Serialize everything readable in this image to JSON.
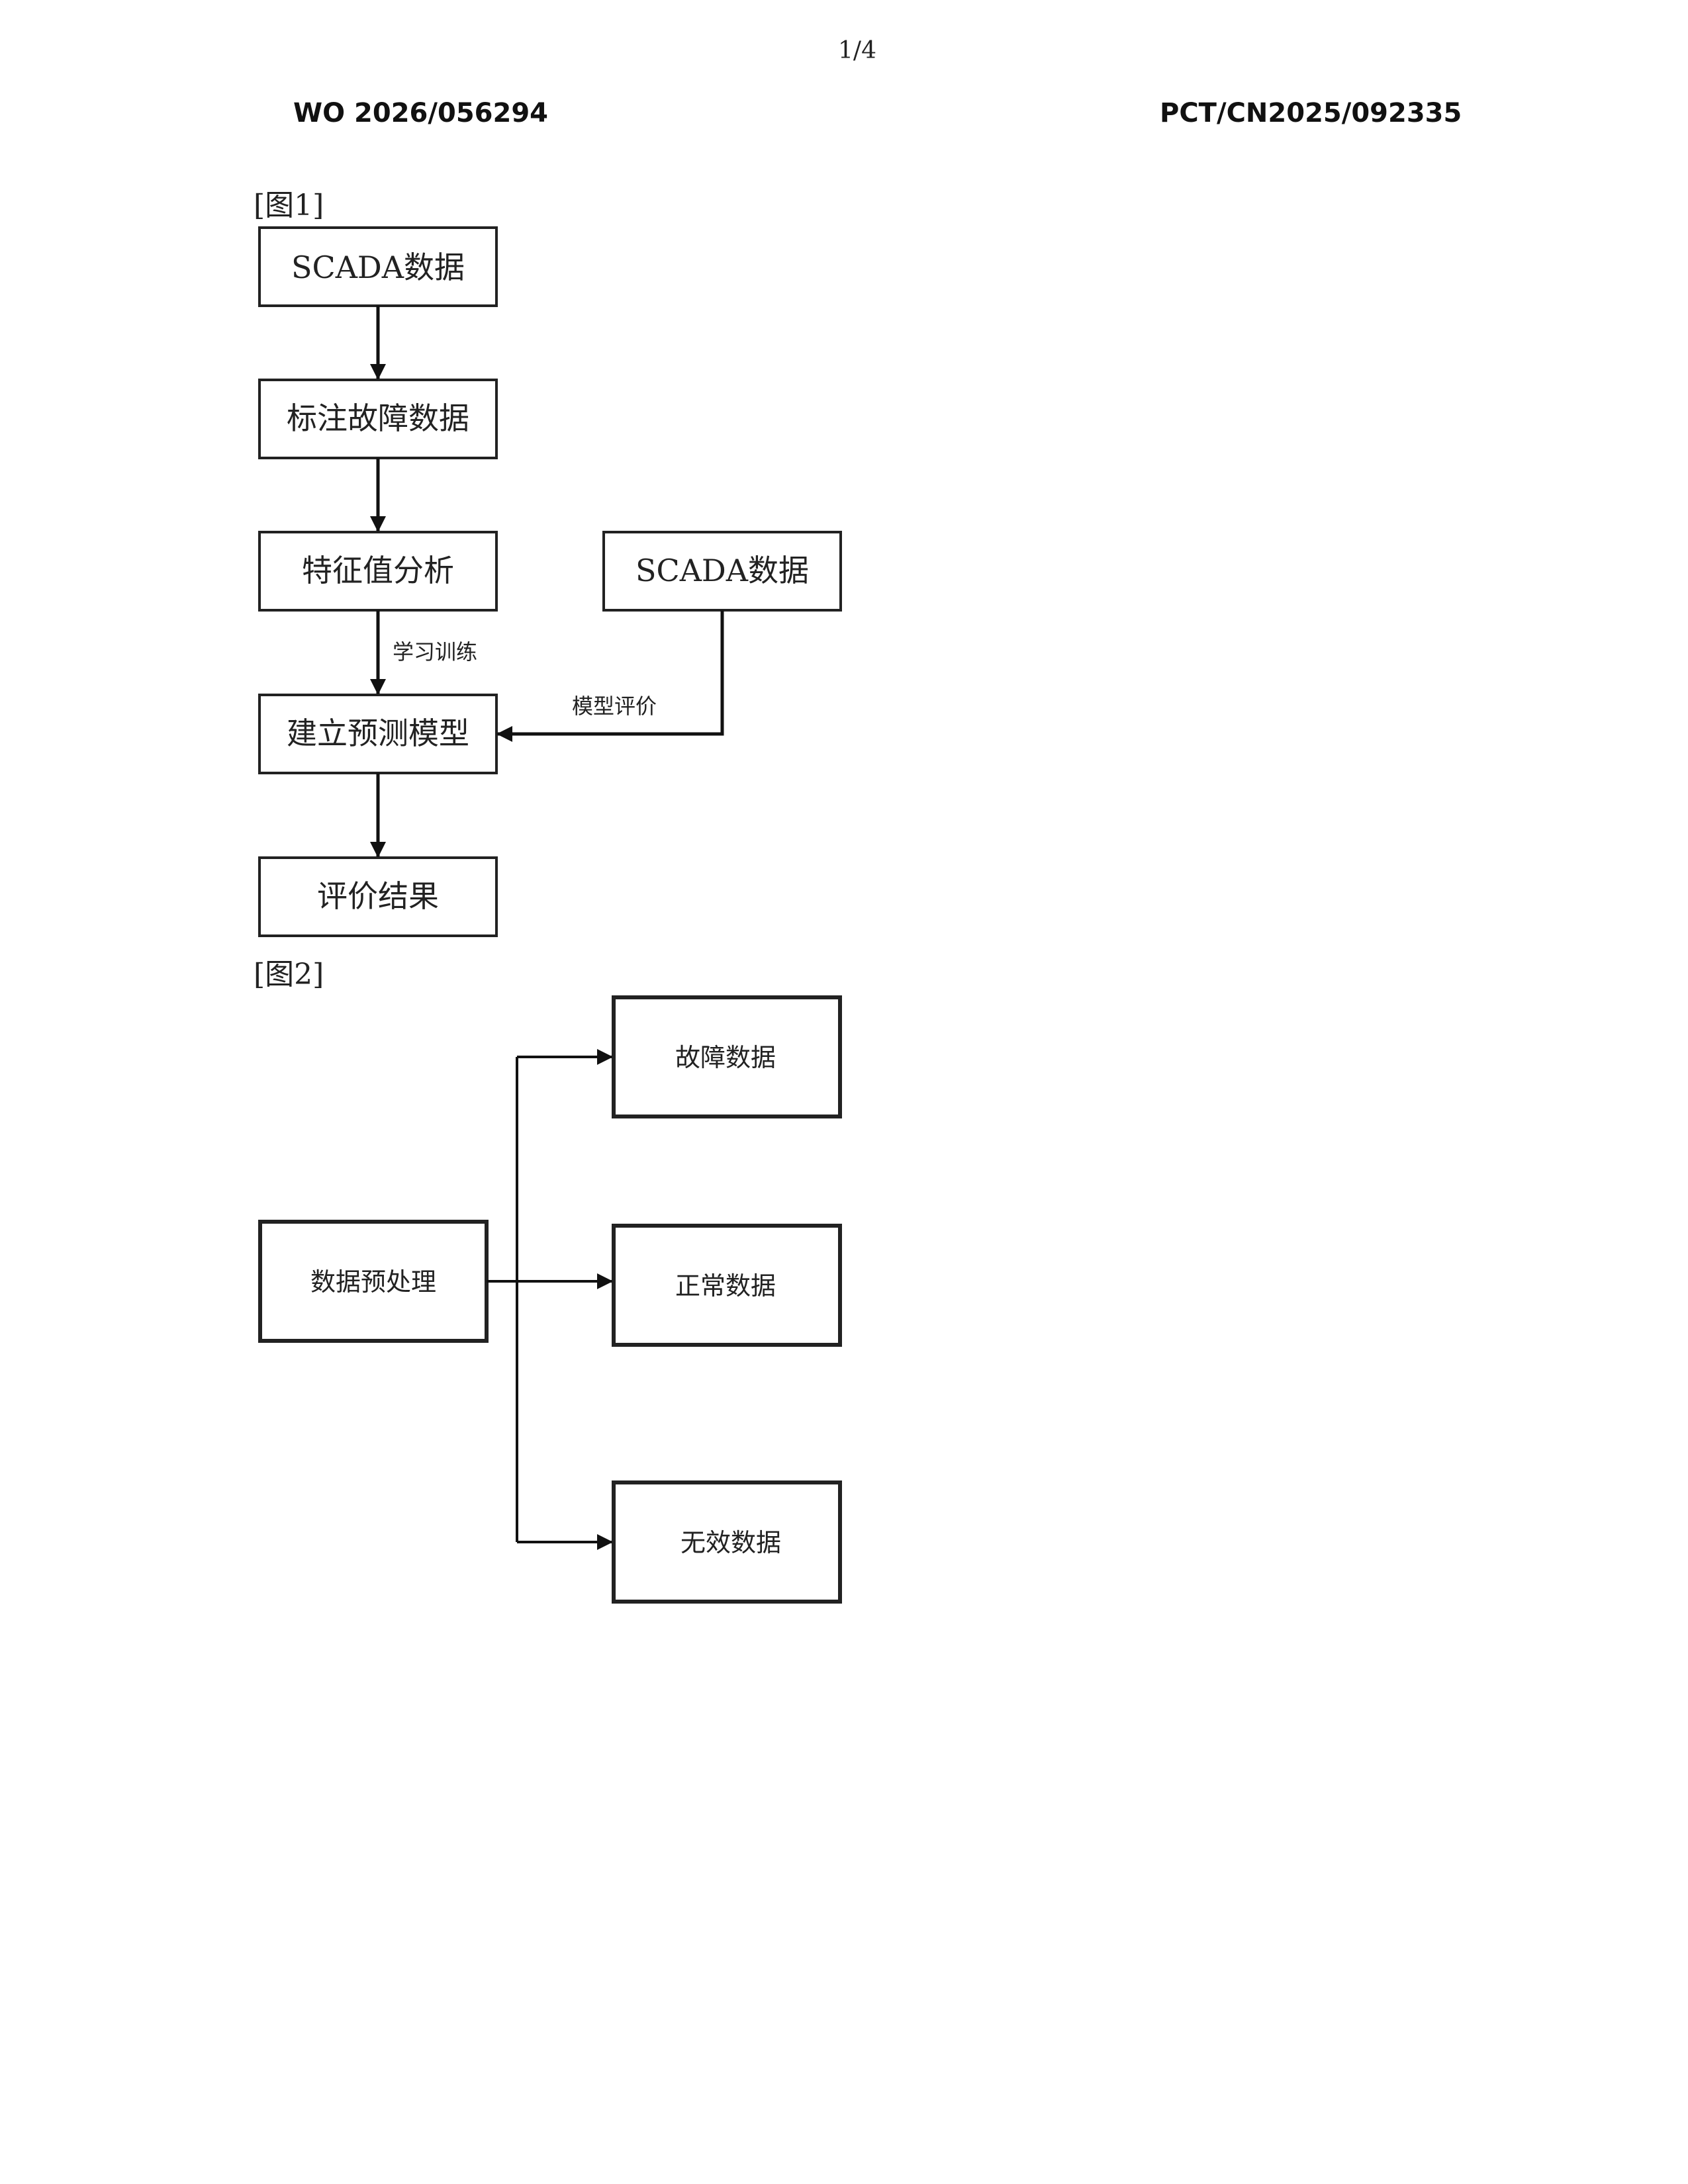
{
  "header": {
    "page_number": "1/4",
    "publication_number": "WO 2026/056294",
    "application_number": "PCT/CN2025/092335"
  },
  "figure1": {
    "label": "[图1]",
    "nodes": {
      "scada_main": "SCADA数据",
      "label_fault": "标注故障数据",
      "feature": "特征值分析",
      "scada_side": "SCADA数据",
      "build_model": "建立预测模型",
      "result": "评价结果"
    },
    "edges": {
      "learn_train": "学习训练",
      "model_eval": "模型评价"
    }
  },
  "figure2": {
    "label": "[图2]",
    "nodes": {
      "preprocess": "数据预处理",
      "fault_data": "故障数据",
      "normal_data": "正常数据",
      "invalid_data": "无效数据"
    }
  }
}
